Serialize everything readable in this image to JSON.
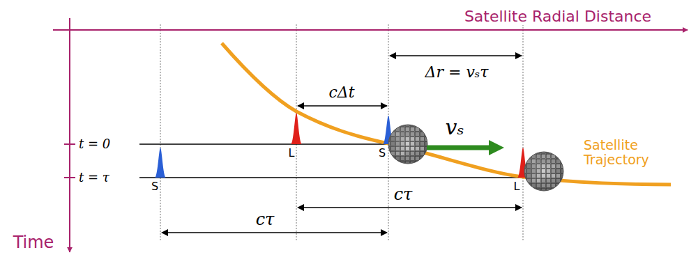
{
  "diagram": {
    "labels": [
      "Satellite Radial Distance",
      "Time",
      "t = 0",
      "t = τ",
      "cΔt",
      "Δr = vₛτ",
      "vₛ",
      "L",
      "S",
      "S",
      "L",
      "Satellite Trajectory",
      "cτ",
      "cτ"
    ]
  }
}
